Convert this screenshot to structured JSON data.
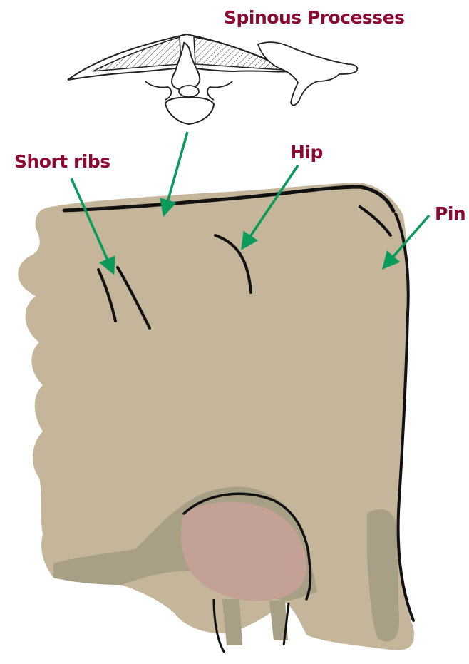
{
  "labels": {
    "spinous_processes": "Spinous Processes",
    "short_ribs": "Short ribs",
    "hip": "Hip",
    "pin": "Pin"
  },
  "colors": {
    "label": "#8a0a33",
    "arrow": "#0a9a5c",
    "body_fill": "#c4b59b",
    "body_shadow": "#a79f86",
    "udder": "#c4a197",
    "outline": "#111111",
    "background": "#ffffff"
  }
}
